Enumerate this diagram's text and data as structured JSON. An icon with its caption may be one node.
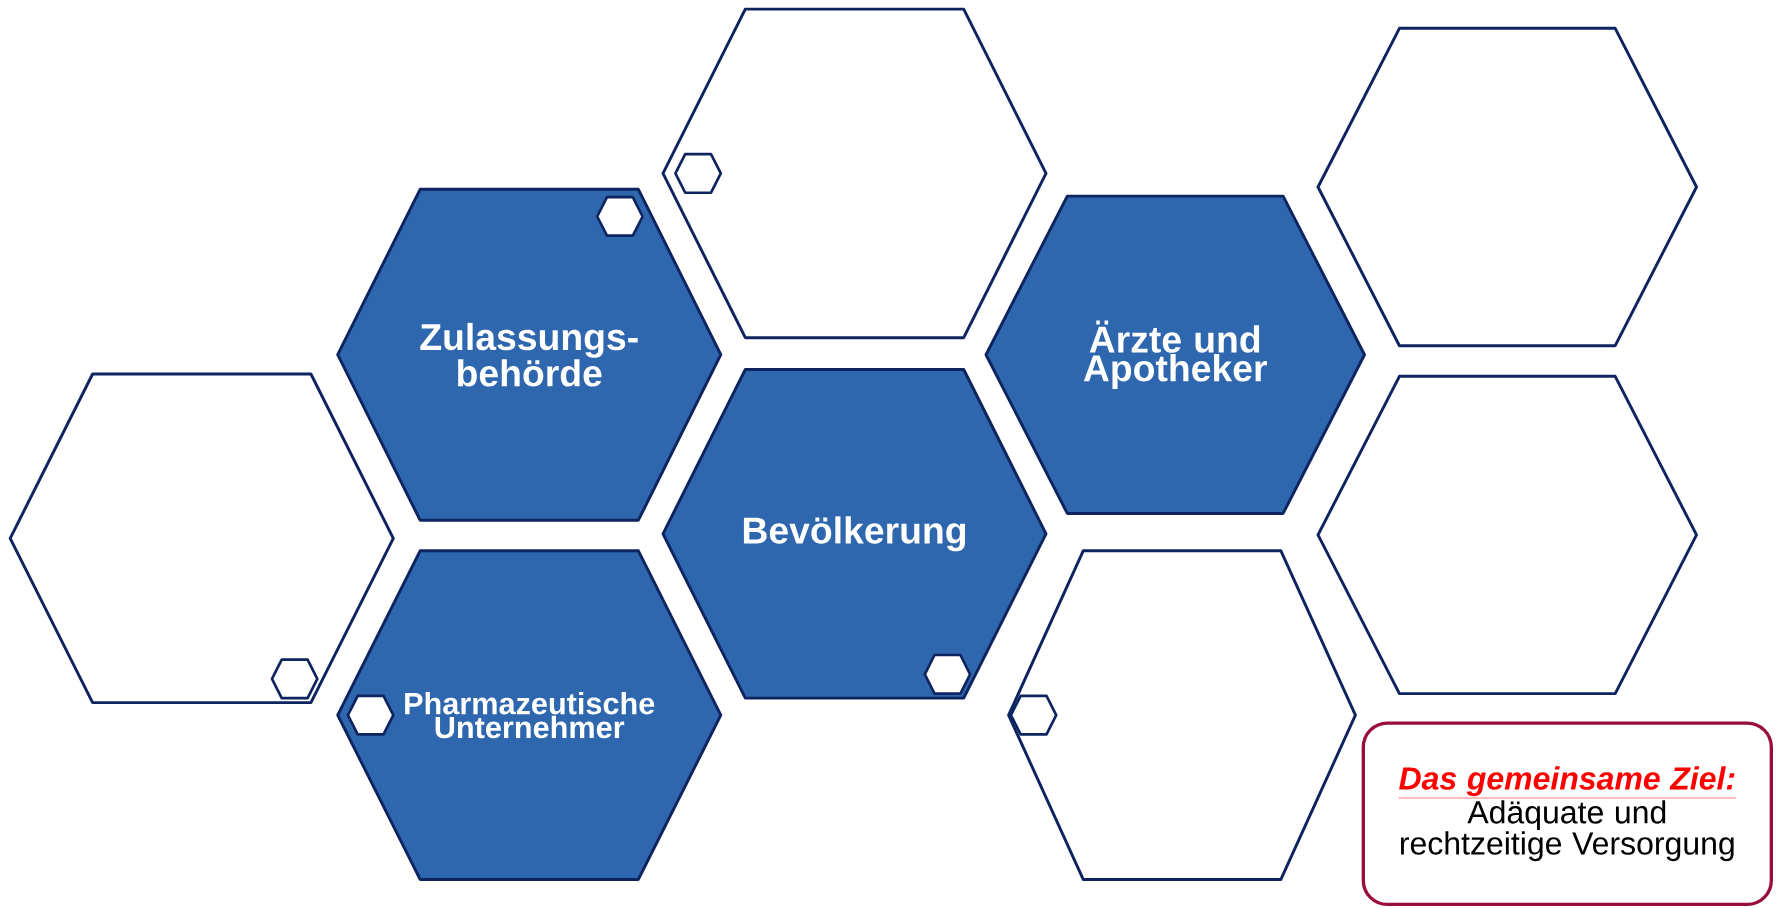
{
  "diagram": {
    "nodes": [
      {
        "text": [],
        "shape": "hexagon"
      },
      {
        "text": [],
        "shape": "hexagon",
        "in": 0
      },
      {
        "text": [],
        "shape": "hexagon",
        "in": 5
      },
      {
        "text": [
          "Zulassungs- behörde"
        ]
      },
      {
        "text": [],
        "shape": "hexagon",
        "in": 3
      },
      {
        "text": [
          "Pharmazeutische Unternehmer"
        ]
      },
      {
        "text": [],
        "shape": "hexagon",
        "in": 7
      },
      {
        "text": [],
        "shape": "hexagon"
      },
      {
        "text": [
          "Bevölkerung"
        ]
      },
      {
        "text": [],
        "shape": "hexagon",
        "in": 8
      },
      {
        "text": [],
        "shape": "hexagon",
        "in": 12
      },
      {
        "text": [
          "Ärzte und Apotheker"
        ]
      },
      {
        "text": [],
        "shape": "hexagon"
      },
      {
        "text": [],
        "shape": "hexagon"
      },
      {
        "text": [],
        "shape": "hexagon"
      },
      {
        "text": [
          "Das gemeinsame Ziel:",
          "Adäquate und rechtzeitige Versorgung"
        ]
      }
    ],
    "edges": []
  }
}
